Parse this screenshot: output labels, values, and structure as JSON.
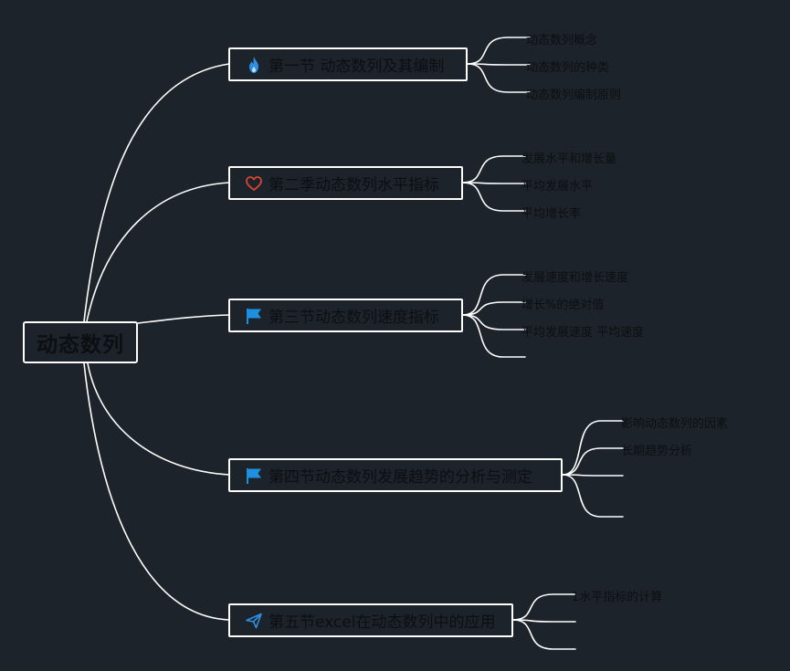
{
  "root": {
    "label": "动态数列"
  },
  "sections": [
    {
      "label": "第一节 动态数列及其编制",
      "icon": "fire-icon",
      "icon_color": "#2f8fe0",
      "leaves": [
        "动态数列概念",
        "动态数列的种类",
        "动态数列编制原则"
      ]
    },
    {
      "label": "第二季动态数列水平指标",
      "icon": "heart-icon",
      "icon_color": "#d8472f",
      "leaves": [
        "发展水平和增长量",
        "平均发展水平",
        "平均增长率"
      ]
    },
    {
      "label": "第三节动态数列速度指标",
      "icon": "flag-icon",
      "icon_color": "#1f8fe0",
      "leaves": [
        "发展速度和增长速度",
        "增长%的绝对值",
        "平均发展速度 平均速度",
        ""
      ]
    },
    {
      "label": "第四节动态数列发展趋势的分析与测定",
      "icon": "flag-icon",
      "icon_color": "#1f8fe0",
      "leaves": [
        "影响动态数列的因素",
        "长期趋势分析",
        "",
        ""
      ]
    },
    {
      "label": "第五节excel在动态数列中的应用",
      "icon": "paper-plane-icon",
      "icon_color": "#2f8fe0",
      "leaves": [
        "1水平指标的计算",
        "",
        ""
      ]
    }
  ],
  "colors": {
    "background": "#1d232b",
    "line": "#ffffff",
    "text": "#0c0f12"
  }
}
